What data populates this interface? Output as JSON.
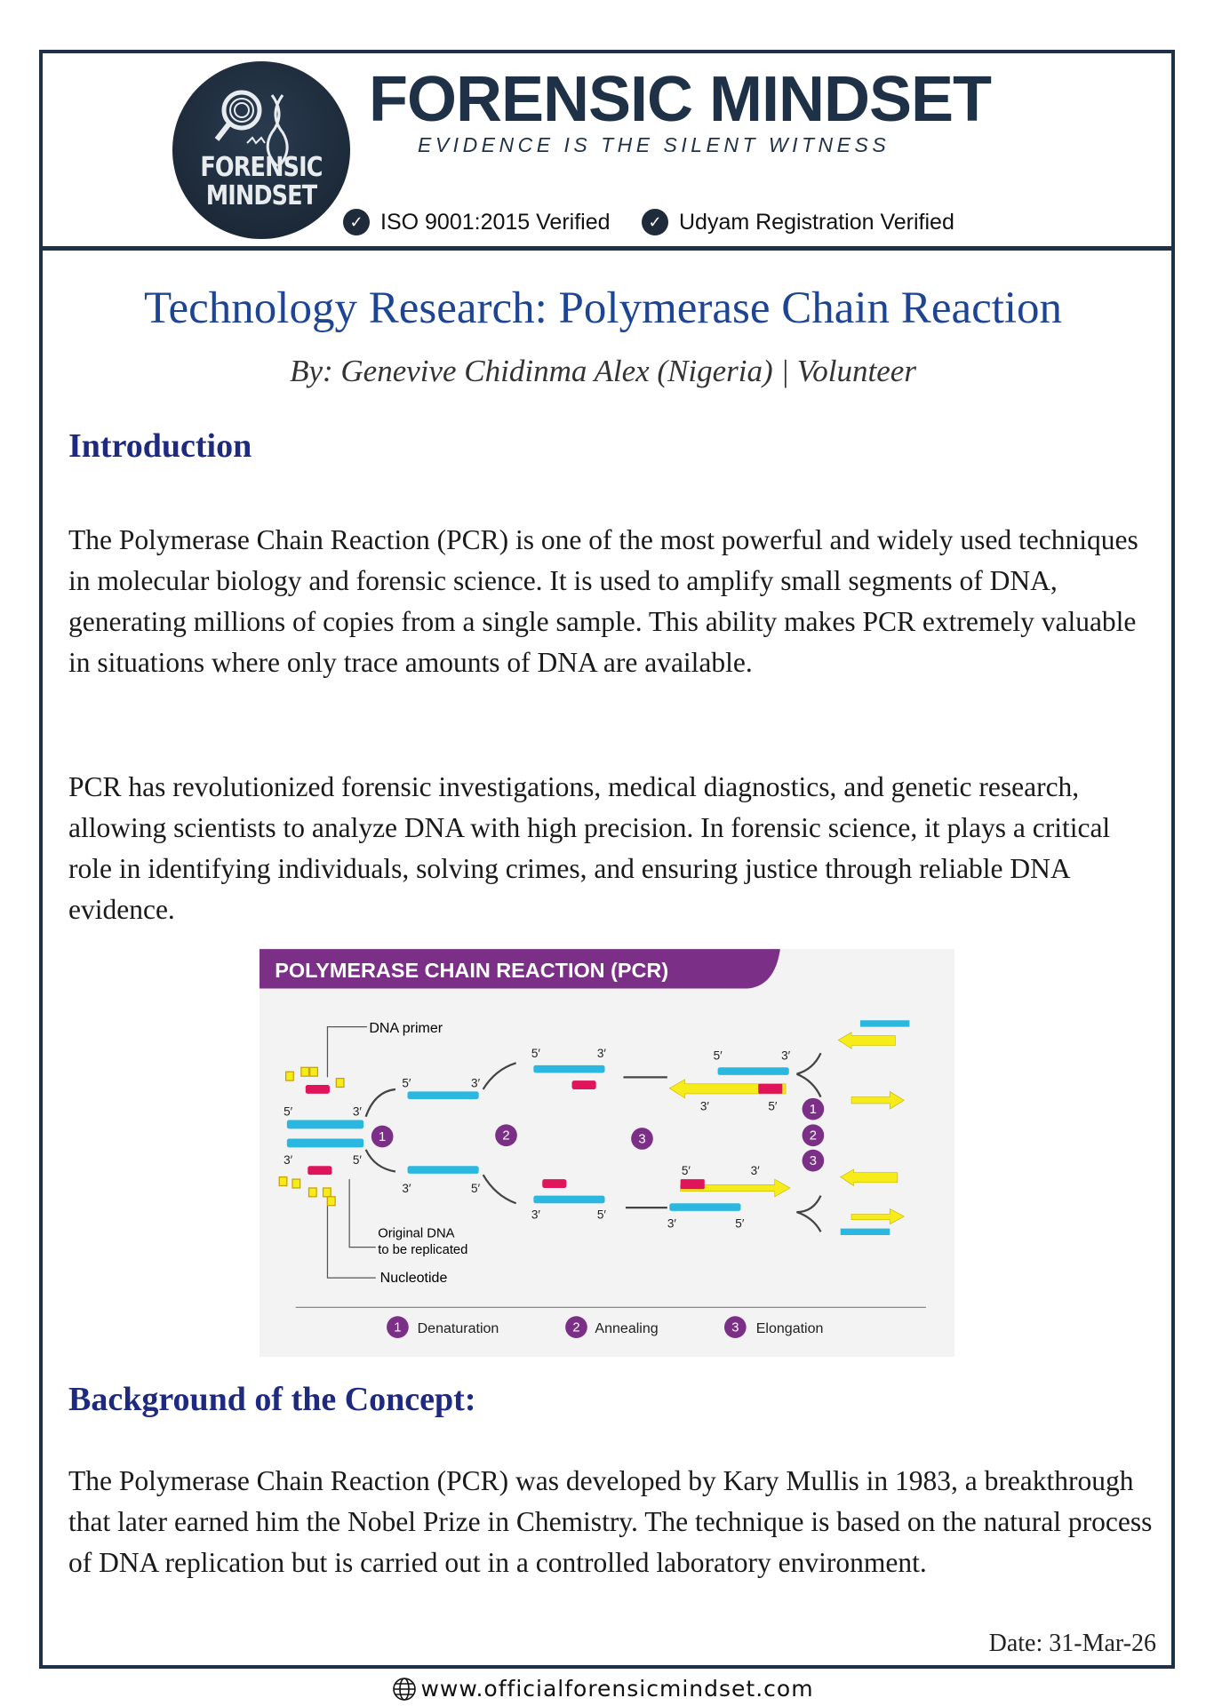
{
  "header": {
    "logo_text": [
      "FORENSIC",
      "MINDSET"
    ],
    "brand": "FORENSIC MINDSET",
    "tagline": "EVIDENCE IS THE SILENT WITNESS",
    "badges": [
      "ISO 9001:2015 Verified",
      "Udyam Registration Verified"
    ]
  },
  "article": {
    "title": "Technology Research: Polymerase Chain Reaction",
    "byline": "By: Genevive Chidinma Alex (Nigeria) | Volunteer",
    "sections": [
      {
        "heading": "Introduction",
        "paragraphs": [
          "The Polymerase Chain Reaction (PCR) is one of the most powerful and widely used techniques in molecular biology and forensic science. It is used to amplify small segments of DNA, generating millions of copies from a single sample. This ability makes PCR extremely valuable in situations where only trace amounts of DNA are available.",
          "PCR has revolutionized forensic investigations, medical diagnostics, and genetic research, allowing scientists to analyze DNA with high precision. In forensic science, it plays a critical role in identifying individuals, solving crimes, and ensuring justice through reliable DNA evidence."
        ]
      },
      {
        "heading": "Background of the Concept:",
        "paragraphs": [
          "The Polymerase Chain Reaction (PCR) was developed by Kary Mullis in 1983, a breakthrough that later earned him the Nobel Prize in Chemistry. The technique is based on the natural process of DNA replication but is carried out in a controlled laboratory environment."
        ]
      }
    ]
  },
  "figure": {
    "title": "POLYMERASE CHAIN REACTION (PCR)",
    "labels": {
      "primer": "DNA primer",
      "original1": "Original DNA",
      "original2": "to be replicated",
      "nucleotide": "Nucleotide",
      "five": "5′",
      "three": "3′"
    },
    "steps": [
      {
        "n": "1",
        "name": "Denaturation"
      },
      {
        "n": "2",
        "name": "Annealing"
      },
      {
        "n": "3",
        "name": "Elongation"
      }
    ],
    "colors": {
      "purple": "#7b2f86",
      "cyan": "#2bb8e0",
      "magenta": "#e0145a",
      "yellow": "#f6ec1a"
    }
  },
  "footer": {
    "date": "Date: 31-Mar-26",
    "website": "www.officialforensicmindset.com"
  }
}
